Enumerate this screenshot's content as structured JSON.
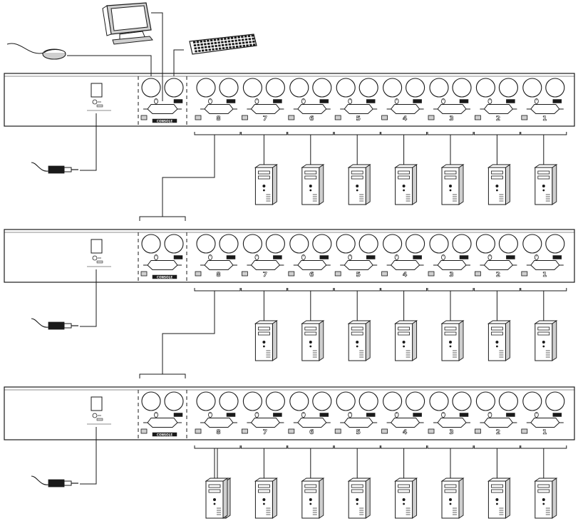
{
  "diagram": {
    "console_label": "CONSOLE",
    "units": [
      {
        "id": "unit-1",
        "port_labels": [
          "8",
          "7",
          "6",
          "5",
          "4",
          "3",
          "2",
          "1"
        ],
        "console_connected": true
      },
      {
        "id": "unit-2",
        "port_labels": [
          "8",
          "7",
          "6",
          "5",
          "4",
          "3",
          "2",
          "1"
        ],
        "console_connected": false
      },
      {
        "id": "unit-3",
        "port_labels": [
          "8",
          "7",
          "6",
          "5",
          "4",
          "3",
          "2",
          "1"
        ],
        "console_connected": false
      }
    ],
    "console_devices": [
      "monitor-icon",
      "keyboard-icon",
      "mouse-icon"
    ],
    "computer_icon": "tower-pc-icon",
    "power_icon": "power-adapter-icon",
    "colors": {
      "line": "#1a1a1a",
      "fill": "#ffffff",
      "shade": "#cfcfcf"
    }
  }
}
